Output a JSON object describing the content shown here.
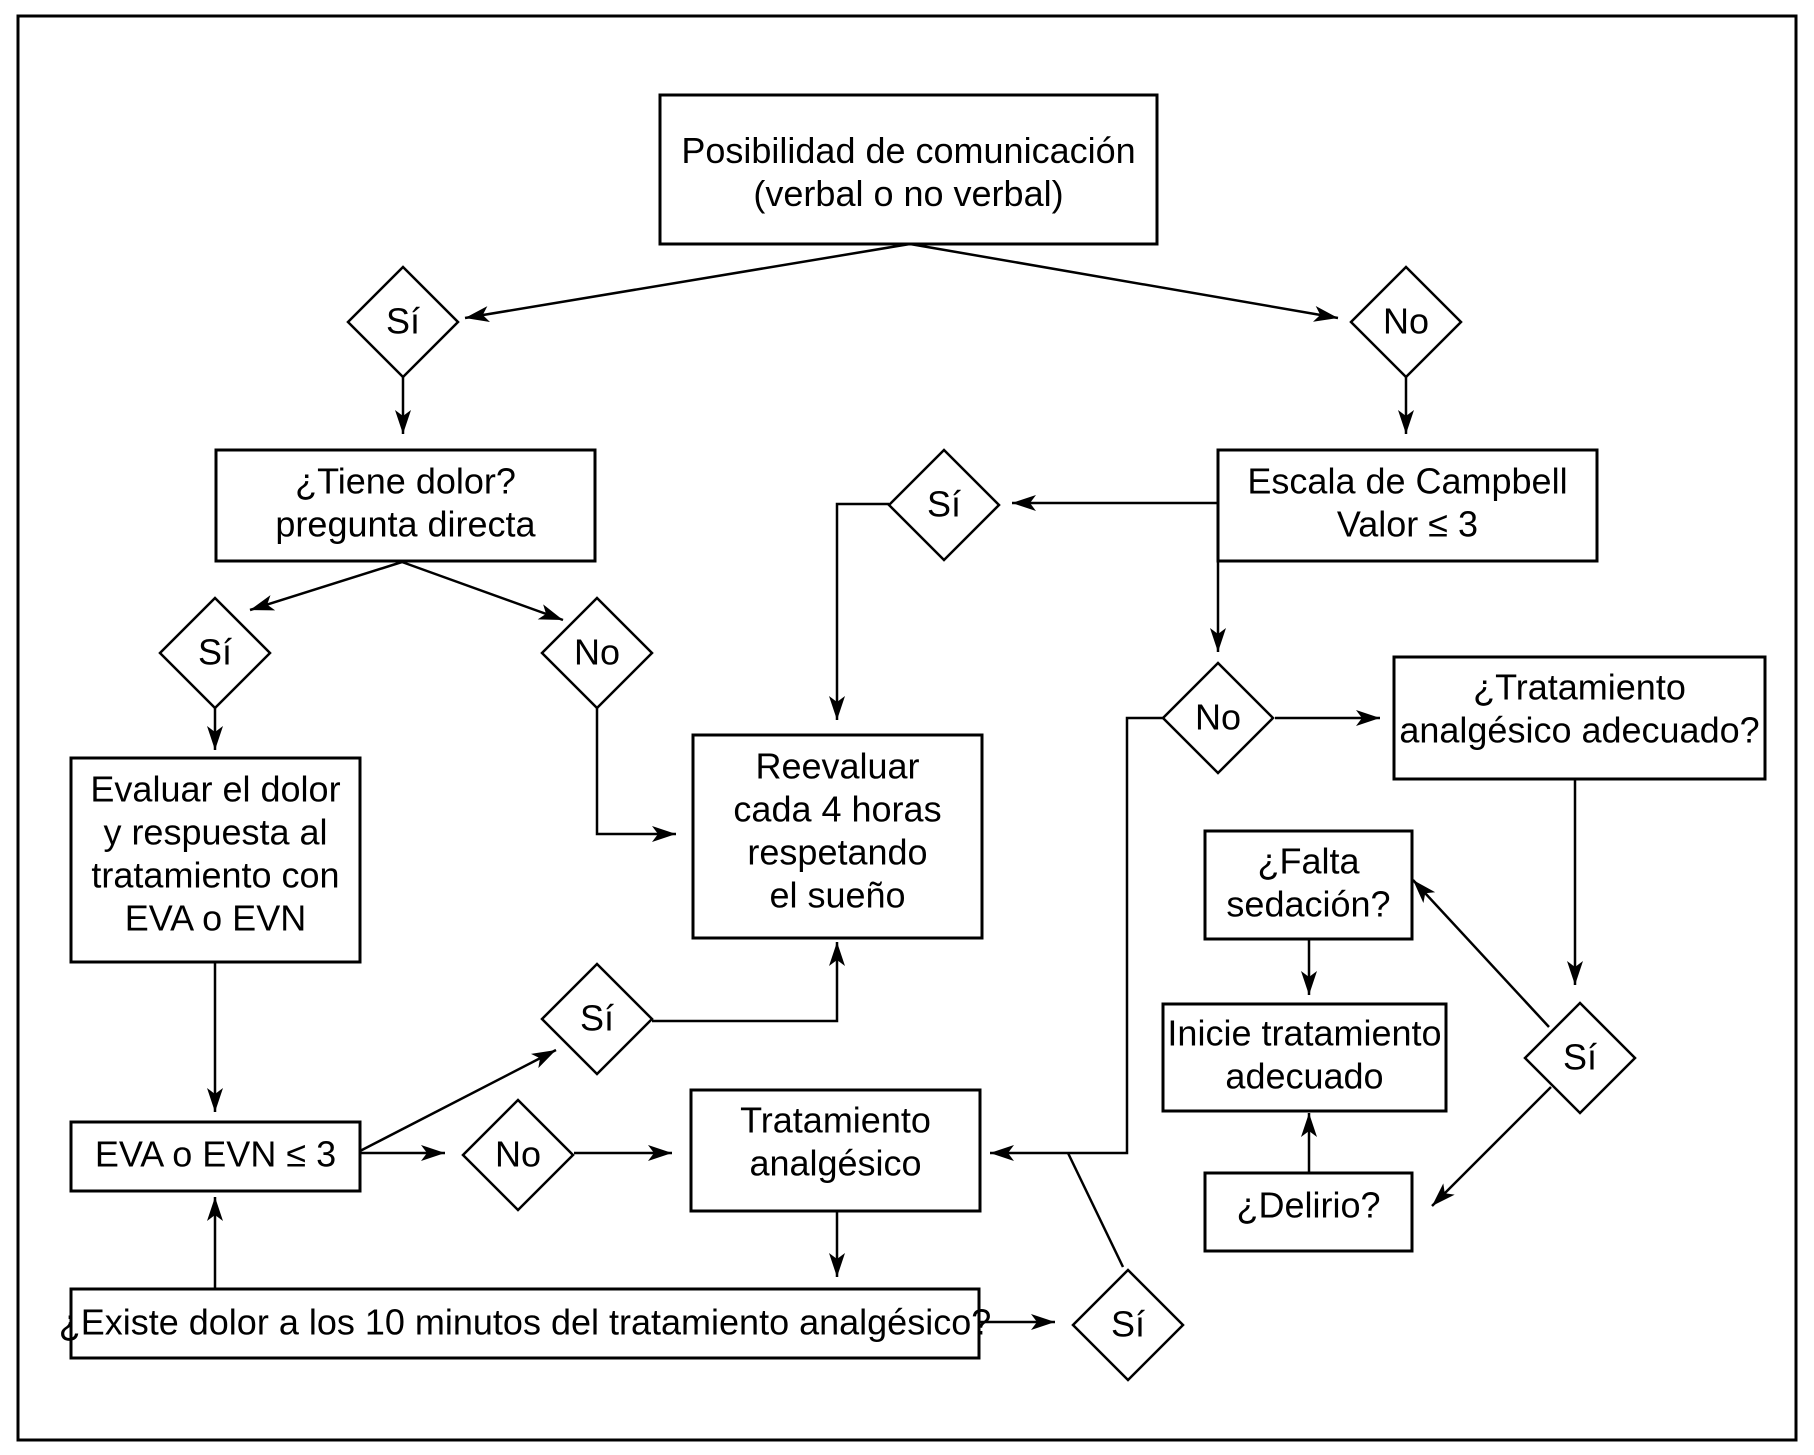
{
  "boxes": {
    "comunicacion": [
      "Posibilidad de comunicación",
      "(verbal o no verbal)"
    ],
    "tiene_dolor": [
      "¿Tiene dolor?",
      "pregunta directa"
    ],
    "campbell": [
      "Escala de Campbell",
      "Valor ≤ 3"
    ],
    "evaluar": [
      "Evaluar el dolor",
      "y respuesta al",
      "tratamiento con",
      "EVA o EVN"
    ],
    "reevaluar": [
      "Reevaluar",
      "cada 4 horas",
      "respetando",
      "el sueño"
    ],
    "tratamiento_adecuado_q": [
      "¿Tratamiento",
      "analgésico adecuado?"
    ],
    "falta_sedacion": [
      "¿Falta",
      "sedación?"
    ],
    "inicie": [
      "Inicie tratamiento",
      "adecuado"
    ],
    "delirio": [
      "¿Delirio?"
    ],
    "eva_evn": [
      "EVA o EVN ≤ 3"
    ],
    "tratamiento_analgesico": [
      "Tratamiento",
      "analgésico"
    ],
    "existe_dolor": [
      "¿Existe dolor a los 10 minutos del tratamiento analgésico?"
    ]
  },
  "decisions": {
    "si_top": "Sí",
    "no_top": "No",
    "si_dolor": "Sí",
    "no_dolor": "No",
    "si_campbell": "Sí",
    "no_campbell": "No",
    "si_eva": "Sí",
    "no_eva": "No",
    "si_adecuado": "Sí",
    "si_existe": "Sí"
  }
}
